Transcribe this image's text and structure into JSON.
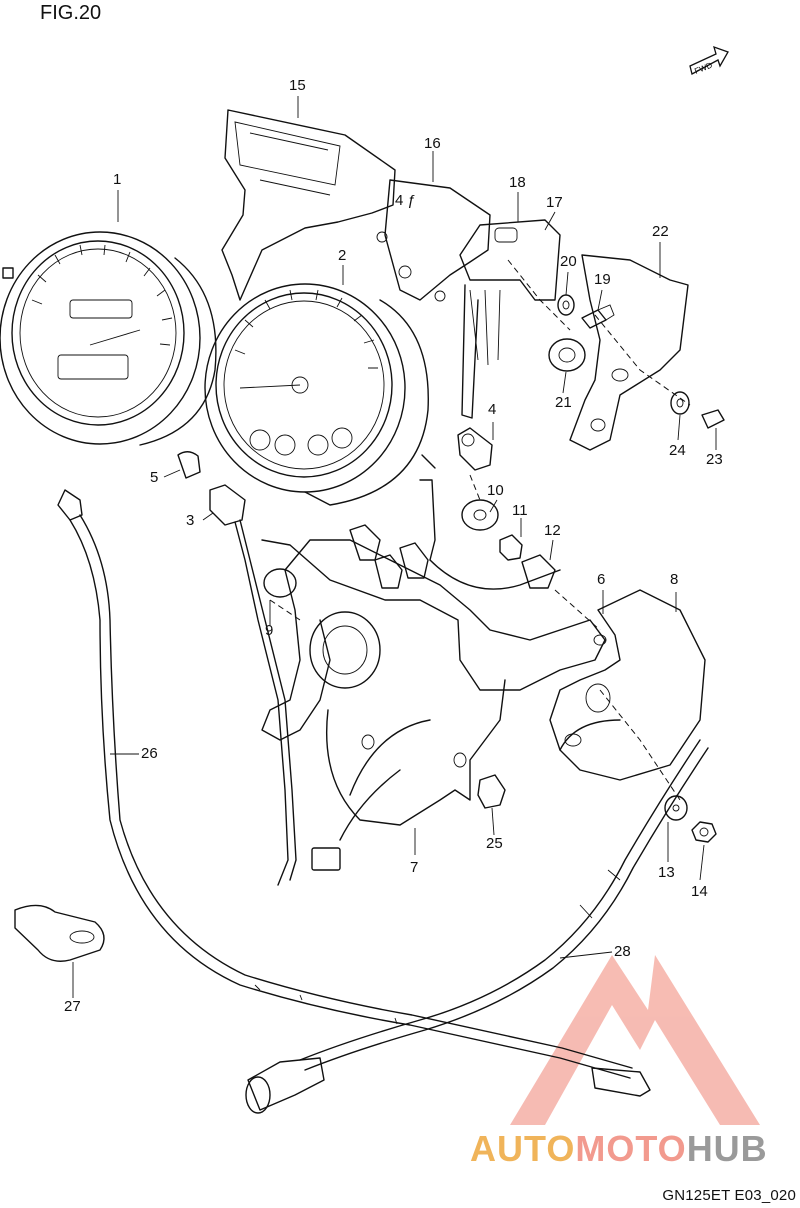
{
  "figure": {
    "title": "FIG.20",
    "footer_code": "GN125ET E03_020",
    "fwd_label": "FWD"
  },
  "callouts": [
    "1",
    "2",
    "3",
    "4",
    "5",
    "6",
    "7",
    "8",
    "9",
    "10",
    "11",
    "12",
    "13",
    "14",
    "15",
    "16",
    "17",
    "18",
    "19",
    "20",
    "21",
    "22",
    "23",
    "24",
    "25",
    "26",
    "27",
    "28"
  ],
  "watermark": {
    "part1": "AUTO",
    "part2": "MOTO",
    "part3": "HUB",
    "colors": {
      "auto": "#f0b45a",
      "moto": "#f29a8e",
      "hub": "#9a9a9a",
      "logo": "#f4a59a"
    }
  }
}
